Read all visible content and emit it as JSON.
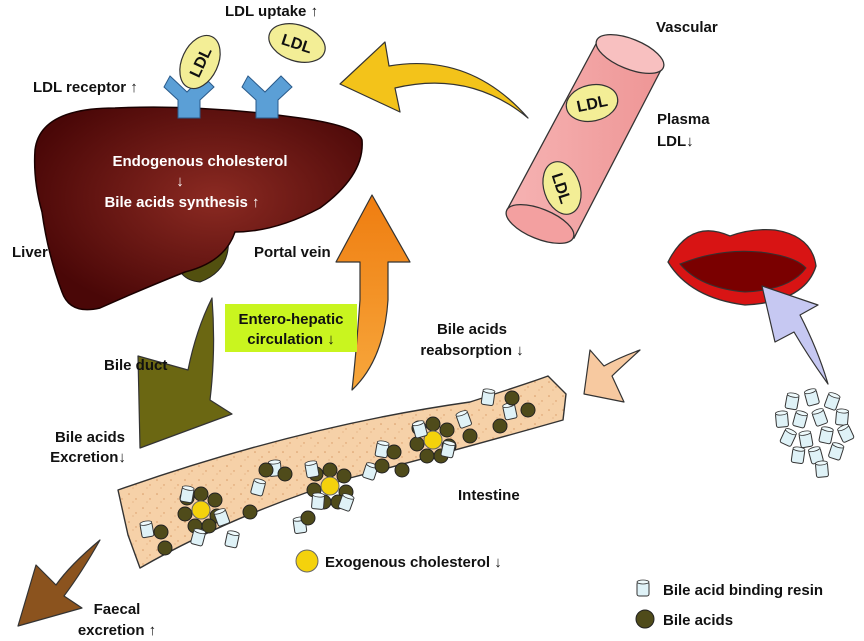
{
  "labels": {
    "ldl_uptake": "LDL uptake ↑",
    "ldl_receptor": "LDL receptor ↑",
    "vascular": "Vascular",
    "plasma": "Plasma",
    "plasma_ldl": "LDL↓",
    "endogenous": "Endogenous cholesterol",
    "down_arrow": "↓",
    "bile_synthesis": "Bile acids synthesis ↑",
    "liver": "Liver",
    "portal_vein": "Portal vein",
    "entero_line1": "Entero-hepatic",
    "entero_line2": "circulation ↓",
    "reabsorption_line1": "Bile acids",
    "reabsorption_line2": "reabsorption ↓",
    "bile_duct": "Bile duct",
    "excretion_line1": "Bile acids",
    "excretion_line2": "Excretion↓",
    "intestine": "Intestine",
    "exogenous": "Exogenous cholesterol ↓",
    "faecal_line1": "Faecal",
    "faecal_line2": "excretion ↑"
  },
  "ldl_particle_label": "LDL",
  "legend": {
    "resin": "Bile acid binding resin",
    "bile_acids": "Bile acids"
  },
  "colors": {
    "liver_dark": "#4a0707",
    "liver_light": "#8b2a22",
    "receptor": "#5b9fd6",
    "ldl_fill": "#f3ee96",
    "vessel": "#f4a5a5",
    "arrow_yellow": "#f3c31a",
    "arrow_orange": "#f18c1f",
    "arrow_olive": "#6b6712",
    "arrow_brown": "#8b531e",
    "arrow_peach": "#f7c9a0",
    "arrow_lavender": "#c6c8f2",
    "intestine": "#f6d1a8",
    "bile_acid": "#4f4b1a",
    "cholesterol": "#f4d20c",
    "resin": "#dff2f7",
    "entero_box": "#c9f51f"
  }
}
